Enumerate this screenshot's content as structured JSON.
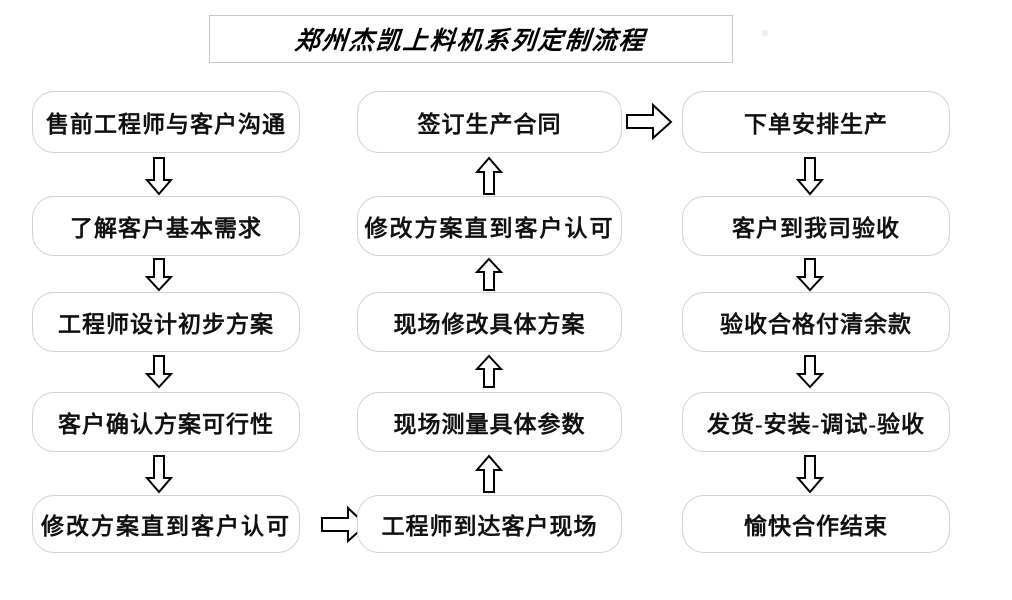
{
  "title": {
    "text": "郑州杰凯上料机系列定制流程"
  },
  "columns": [
    {
      "id": "column-1",
      "direction": "down",
      "nodes": [
        {
          "label": "售前工程师与客户沟通"
        },
        {
          "label": "了解客户基本需求"
        },
        {
          "label": "工程师设计初步方案"
        },
        {
          "label": "客户确认方案可行性"
        },
        {
          "label": "修改方案直到客户认可"
        }
      ]
    },
    {
      "id": "column-2",
      "direction": "up",
      "nodes": [
        {
          "label": "签订生产合同"
        },
        {
          "label": "修改方案直到客户认可"
        },
        {
          "label": "现场修改具体方案"
        },
        {
          "label": "现场测量具体参数"
        },
        {
          "label": "工程师到达客户现场"
        }
      ]
    },
    {
      "id": "column-3",
      "direction": "down",
      "nodes": [
        {
          "label": "下单安排生产"
        },
        {
          "label": "客户到我司验收"
        },
        {
          "label": "验收合格付清余款"
        },
        {
          "label": "发货-安装-调试-验收"
        },
        {
          "label": "愉快合作结束"
        }
      ]
    }
  ],
  "connectors": {
    "col1_to_col2": "arrow-right",
    "col2_to_col3": "arrow-right",
    "col1_internal": "arrow-down",
    "col2_internal": "arrow-up",
    "col3_internal": "arrow-down"
  },
  "colors": {
    "box_border": "#d2d2d2",
    "title_border": "#c9c9c9",
    "text": "#111111",
    "arrow_stroke": "#000000",
    "background": "#ffffff"
  }
}
